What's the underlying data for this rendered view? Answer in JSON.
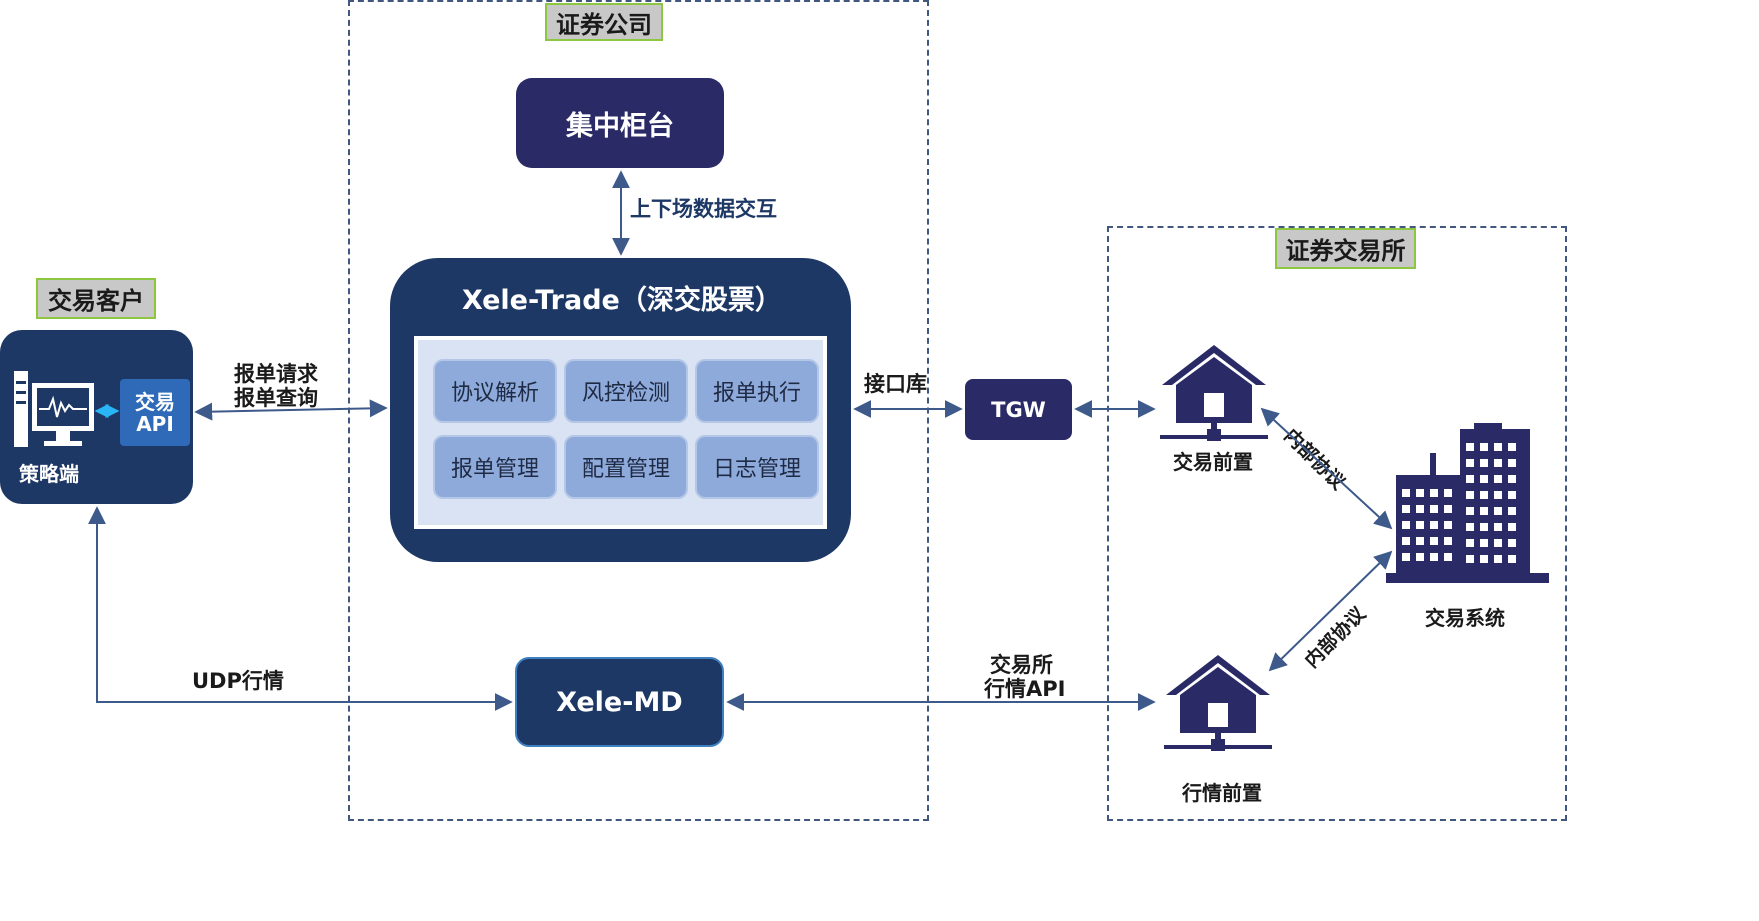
{
  "regions": {
    "broker": "证券公司",
    "exchange": "证券交易所",
    "client": "交易客户"
  },
  "client": {
    "strategy_label": "策略端",
    "api_label_line1": "交易",
    "api_label_line2": "API"
  },
  "broker": {
    "central_counter": "集中柜台",
    "sync_label": "上下场数据交互",
    "trade_title": "Xele-Trade（深交股票）",
    "modules": [
      "协议解析",
      "风控检测",
      "报单执行",
      "报单管理",
      "配置管理",
      "日志管理"
    ],
    "md_title": "Xele-MD"
  },
  "links": {
    "order_line1": "报单请求",
    "order_line2": "报单查询",
    "interface_lib": "接口库",
    "udp": "UDP行情",
    "md_api_line1": "交易所",
    "md_api_line2": "行情API",
    "internal_protocol": "内部协议"
  },
  "exchange": {
    "tgw": "TGW",
    "trade_front": "交易前置",
    "md_front": "行情前置",
    "trade_system": "交易系统"
  },
  "colors": {
    "navy": "#1e3865",
    "deep_purple": "#2a2a66",
    "module_fill": "#8eaadb",
    "inner_panel": "#dae3f3",
    "arrow": "#3d5a8a",
    "api_blue": "#2f6ab8",
    "tag_fill": "#c8c8c8",
    "tag_border": "#8dc63f"
  }
}
